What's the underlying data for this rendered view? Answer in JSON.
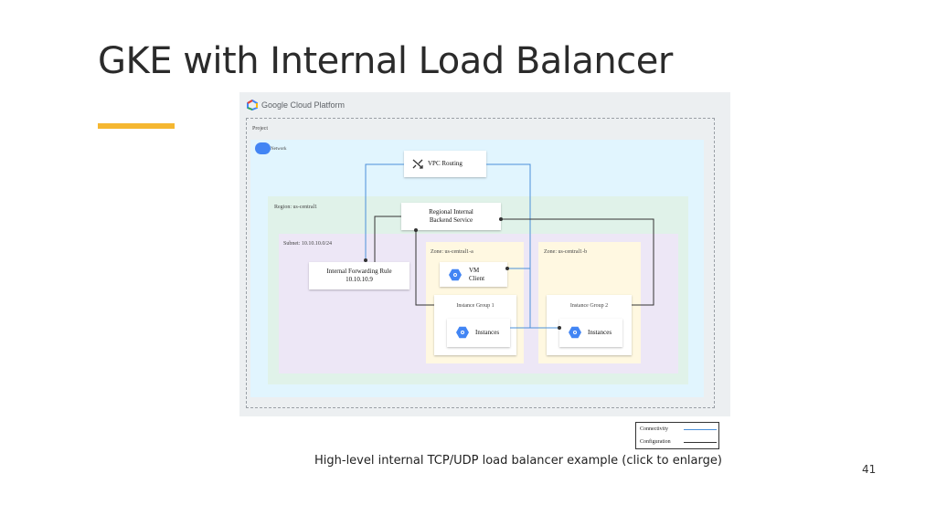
{
  "slide": {
    "title": "GKE with Internal Load Balancer",
    "caption": "High-level internal TCP/UDP load balancer example (click to enlarge)",
    "page_number": "41"
  },
  "colors": {
    "accent": "#f5b731",
    "project_bg": "#eceff1",
    "network_bg": "#e1f5fe",
    "region_bg": "#e0f2e9",
    "subnet_bg": "#ede7f6",
    "zone_bg": "#fff8e1",
    "connectivity": "#4a90d9",
    "configuration": "#333333",
    "gcp_blue": "#4285f4"
  },
  "diagram": {
    "brand": "Google Cloud Platform",
    "project_label": "Project",
    "network_label": "Network",
    "region_label": "Region: us-central1",
    "subnet_label": "Subnet: 10.10.10.0/24",
    "vpc_routing": "VPC Routing",
    "backend_service": {
      "line1": "Regional Internal",
      "line2": "Backend Service"
    },
    "forwarding_rule": {
      "line1": "Internal Forwarding Rule",
      "line2": "10.10.10.9"
    },
    "zone_a": {
      "label": "Zone: us-central1-a",
      "vm_client": {
        "line1": "VM",
        "line2": "Client"
      },
      "group_label": "Instance Group 1",
      "instances": "Instances"
    },
    "zone_b": {
      "label": "Zone: us-central1-b",
      "group_label": "Instance Group 2",
      "instances": "Instances"
    },
    "legend": {
      "connectivity": "Connectivity",
      "configuration": "Configuration"
    }
  }
}
